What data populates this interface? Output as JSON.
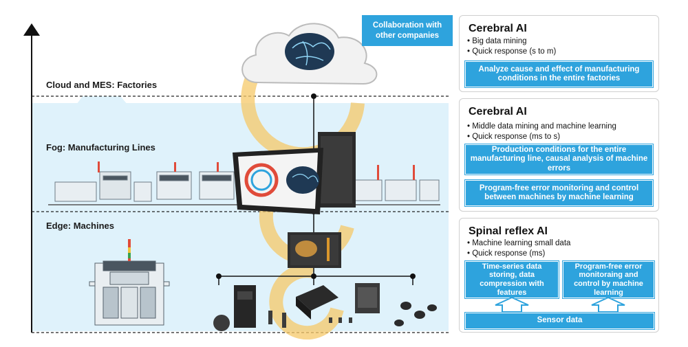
{
  "diagram": {
    "layers": [
      {
        "label": "Cloud and MES: Factories"
      },
      {
        "label": "Fog: Manufacturing Lines"
      },
      {
        "label": "Edge: Machines"
      }
    ],
    "collaboration_label": "Collaboration with other companies",
    "colors": {
      "accent_blue": "#2ea3dd",
      "background_band": "#dff2fb",
      "cycle_arrow": "#f6c969"
    }
  },
  "panels": {
    "cloud": {
      "title": "Cerebral AI",
      "bullets": [
        "• Big data mining",
        "• Quick response (s to m)"
      ],
      "boxes": [
        "Analyze cause and effect of manufacturing conditions in the entire factories"
      ]
    },
    "fog": {
      "title": "Cerebral AI",
      "bullets": [
        "• Middle data mining and machine learning",
        "• Quick response (ms to s)"
      ],
      "boxes": [
        "Production conditions for the entire manufacturing line, causal analysis of machine errors",
        "Program-free error monitoring and control between machines by machine learning"
      ]
    },
    "edge": {
      "title": "Spinal reflex AI",
      "bullets": [
        "• Machine learning small data",
        "• Quick response (ms)"
      ],
      "boxes": [
        "Time-series data storing, data compression with features",
        "Program-free error monitoraing and control by machine learning"
      ],
      "sensor_label": "Sensor data"
    }
  }
}
